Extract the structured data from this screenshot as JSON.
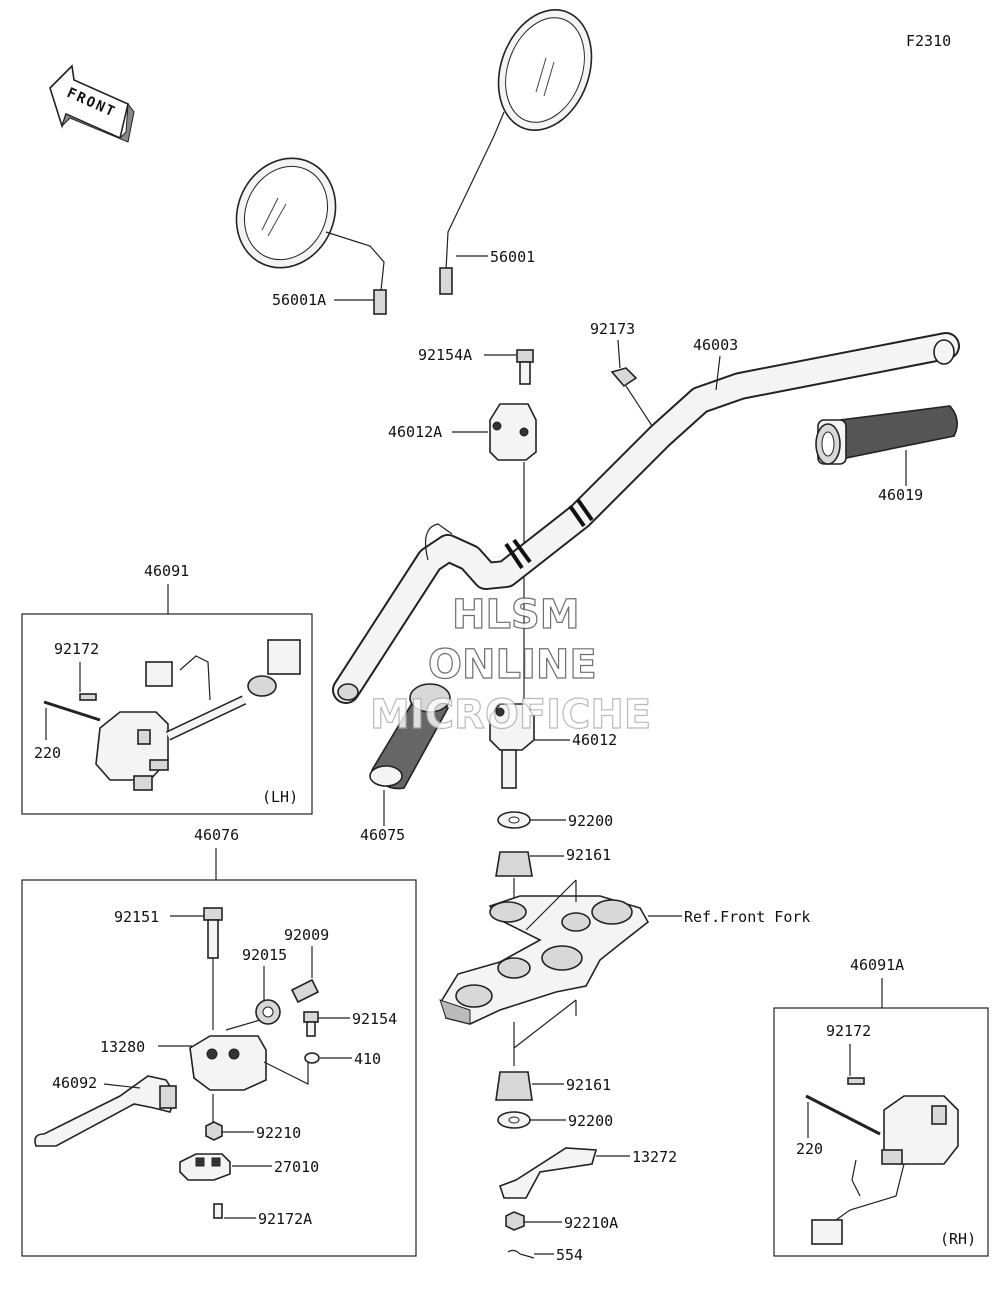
{
  "figure_code": "F2310",
  "front_label": "FRONT",
  "watermark": {
    "line1": "HLSM",
    "line2": "ONLINE",
    "line3": "MICROFICHE"
  },
  "parts": {
    "p56001": "56001",
    "p56001a": "56001A",
    "p92173": "92173",
    "p46003": "46003",
    "p92154a": "92154A",
    "p46012a": "46012A",
    "p46019": "46019",
    "p46091": "46091",
    "p92172_lh": "92172",
    "p220_lh": "220",
    "lh_tag": "(LH)",
    "p46075": "46075",
    "p46012": "46012",
    "p92200_top": "92200",
    "p92161_top": "92161",
    "ref_front_fork": "Ref.Front Fork",
    "p46076": "46076",
    "p92151": "92151",
    "p92009": "92009",
    "p92015": "92015",
    "p92154": "92154",
    "p13280": "13280",
    "p410": "410",
    "p46092": "46092",
    "p92210": "92210",
    "p27010": "27010",
    "p92172a": "92172A",
    "p92161_bot": "92161",
    "p92200_bot": "92200",
    "p13272": "13272",
    "p92210a": "92210A",
    "p554": "554",
    "p46091a": "46091A",
    "p92172_rh": "92172",
    "p220_rh": "220",
    "rh_tag": "(RH)"
  }
}
